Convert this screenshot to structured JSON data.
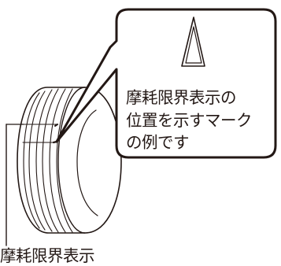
{
  "callout": {
    "lines": [
      "摩耗限界表示の",
      "位置を示すマーク",
      "の例です"
    ]
  },
  "bottom_label": "摩耗限界表示",
  "colors": {
    "stroke": "#231815",
    "background": "#ffffff"
  },
  "icons": {
    "wear_indicator_mark": "triangle-icon"
  }
}
